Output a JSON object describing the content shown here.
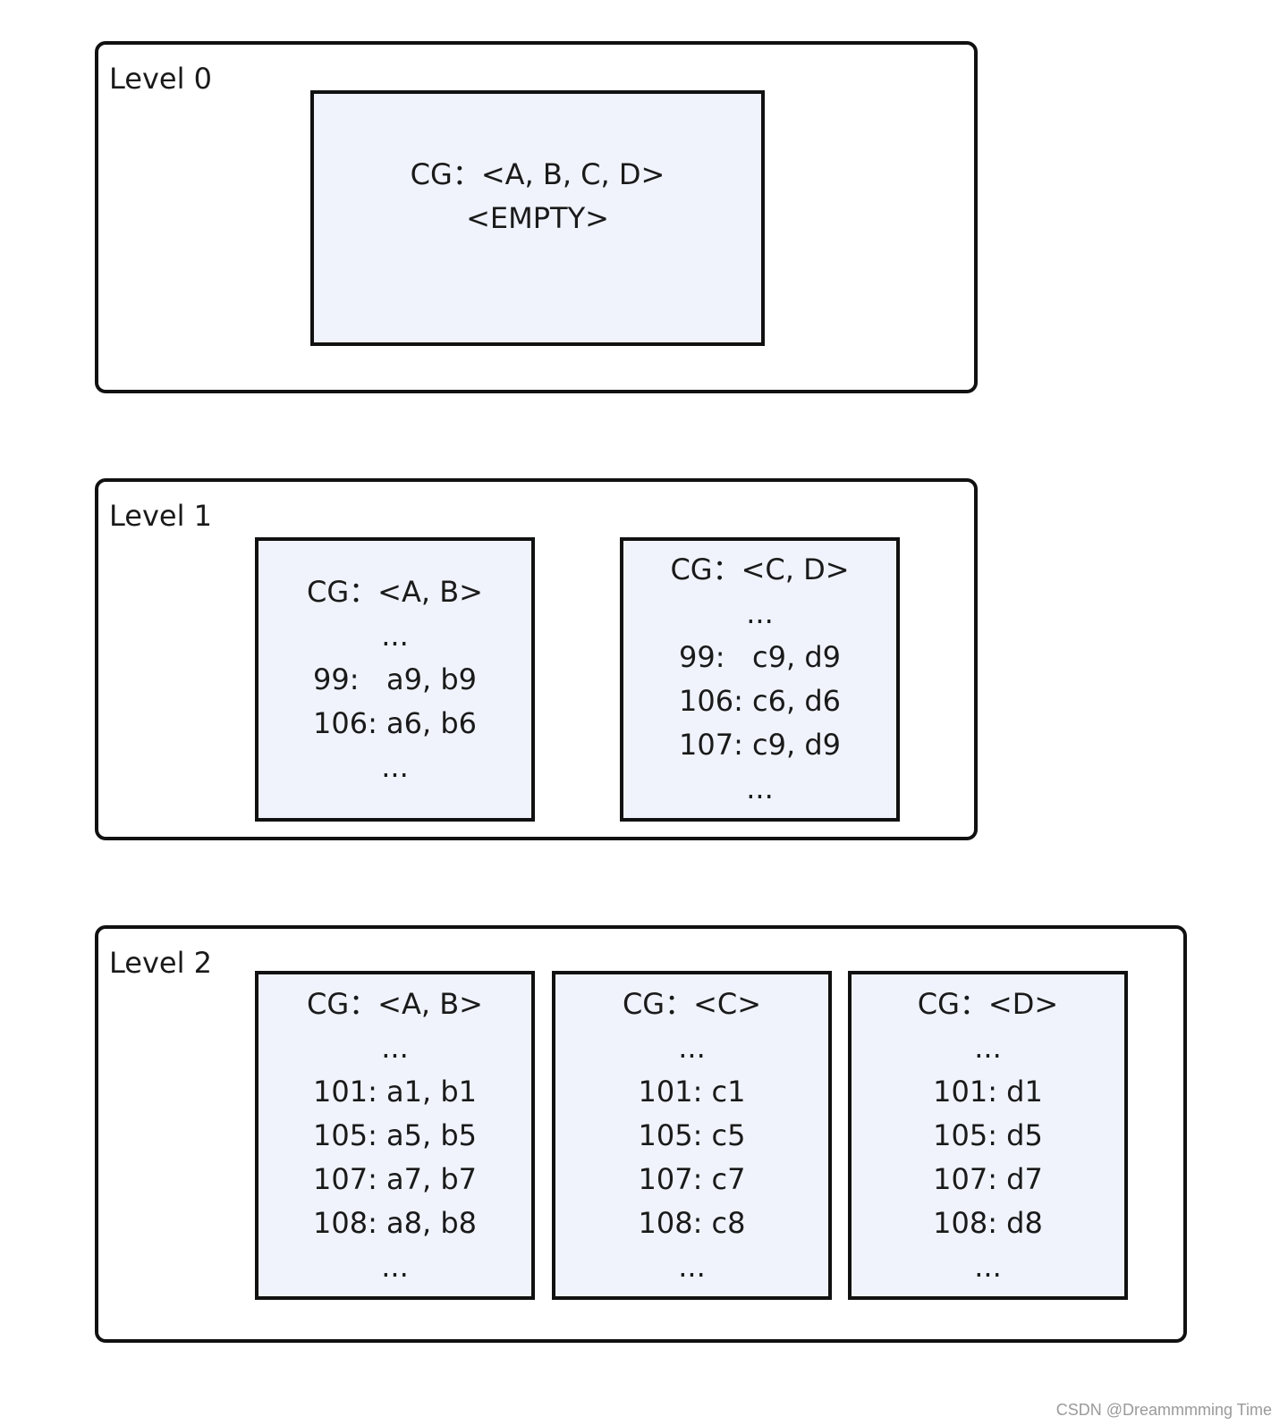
{
  "levels": [
    {
      "label": "Level 0",
      "groups": [
        {
          "lines": [
            "CG：<A, B, C, D>",
            "<EMPTY>"
          ]
        }
      ]
    },
    {
      "label": "Level 1",
      "groups": [
        {
          "lines": [
            "CG：<A, B>",
            "...",
            "99:   a9, b9",
            "106: a6, b6",
            "..."
          ]
        },
        {
          "lines": [
            "CG：<C, D>",
            "...",
            "99:   c9, d9",
            "106: c6, d6",
            "107: c9, d9",
            "..."
          ]
        }
      ]
    },
    {
      "label": "Level 2",
      "groups": [
        {
          "lines": [
            "CG：<A, B>",
            "...",
            "101: a1, b1",
            "105: a5, b5",
            "107: a7, b7",
            "108: a8, b8",
            "..."
          ]
        },
        {
          "lines": [
            "CG：<C>",
            "...",
            "101: c1",
            "105: c5",
            "107: c7",
            "108: c8",
            "..."
          ]
        },
        {
          "lines": [
            "CG：<D>",
            "...",
            "101: d1",
            "105: d5",
            "107: d7",
            "108: d8",
            "..."
          ]
        }
      ]
    }
  ],
  "watermark": "CSDN @Dreammmming Time"
}
